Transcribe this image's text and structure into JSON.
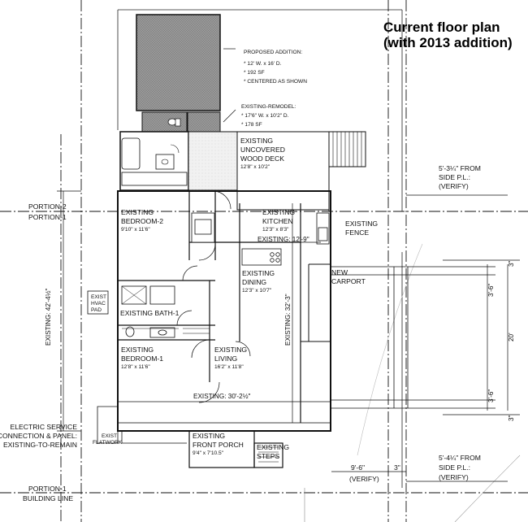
{
  "title_lines": [
    "Current floor plan",
    "(with 2013 addition)"
  ],
  "proposed_addition": [
    "PROPOSED ADDITION:",
    "* 12' W. x 16' D.",
    "* 192 SF",
    "* CENTERED AS SHOWN"
  ],
  "existing_remodel": [
    "EXISTING-REMODEL:",
    "* 17'6\" W. x 10'2\" D.",
    "* 178 SF"
  ],
  "deck": [
    "EXISTING",
    "UNCOVERED",
    "WOOD DECK"
  ],
  "deck_dims": "12'8\" x 10'2\"",
  "side_pl_top": [
    "5'-3¼\" FROM",
    "SIDE P.L.:",
    "(VERIFY)"
  ],
  "side_pl_bottom": [
    "5'-4¼\" FROM",
    "SIDE P.L.:",
    "(VERIFY)"
  ],
  "portion_top": [
    "PORTION-2",
    "PORTION-1"
  ],
  "portion_bottom": [
    "PORTION-1",
    "BUILDING LINE"
  ],
  "bedroom2": [
    "EXISTING",
    "BEDROOM-2"
  ],
  "bedroom2_dims": "9'10\" x 11'6\"",
  "kitchen": [
    "EXISTING",
    "KITCHEN"
  ],
  "kitchen_dims": "12'3\" x 8'3\"",
  "existing_12_9": "EXISTING: 12'-9\"",
  "fence": [
    "EXISTING",
    "FENCE"
  ],
  "dining": [
    "EXISTING",
    "DINING"
  ],
  "dining_dims": "12'3\" x 10'7\"",
  "carport": [
    "NEW",
    "CARPORT"
  ],
  "overall_height": "EXISTING: 42'-4½\"",
  "mid_height": "EXISTING: 32'-3\"",
  "hvac": [
    "EXIST",
    "HVAC",
    "PAD"
  ],
  "bath1": "EXISTING BATH-1",
  "bedroom1": [
    "EXISTING",
    "BEDROOM-1"
  ],
  "bedroom1_dims": "12'8\" x 11'6\"",
  "living": [
    "EXISTING",
    "LIVING"
  ],
  "living_dims": "16'2\" x 11'8\"",
  "width_30": "EXISTING: 30'-2½\"",
  "electric": [
    "ELECTRIC SERVICE",
    "CONNECTION & PANEL:",
    "EXISTING-TO-REMAIN"
  ],
  "flatwork": [
    "EXIST",
    "FLATWORK"
  ],
  "front_porch": [
    "EXISTING",
    "FRONT PORCH"
  ],
  "front_porch_dims": "9'4\" x 7'10.5\"",
  "steps": [
    "EXISTING",
    "STEPS"
  ],
  "verify_9_6": [
    "9'-6\"",
    "(VERIFY)"
  ],
  "dim_3in": "3\"",
  "carport_dims": {
    "top": "3\"",
    "upper": "3'-6\"",
    "middle": "20'",
    "lower": "3'-6\""
  }
}
